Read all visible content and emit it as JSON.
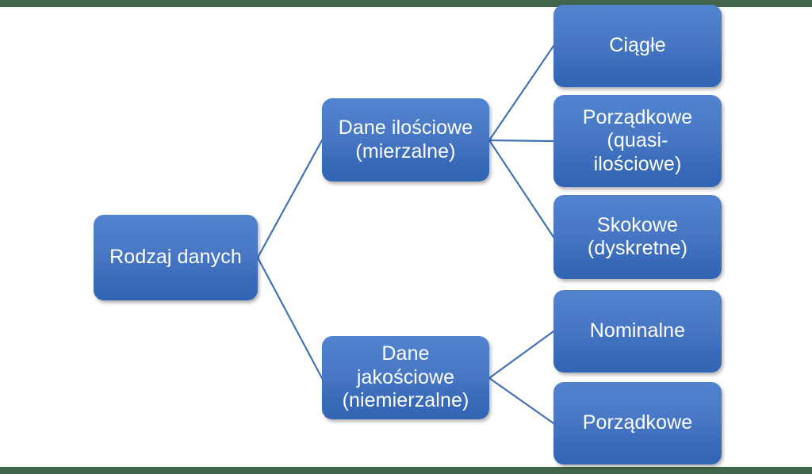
{
  "diagram": {
    "title": "Rodzaj danych",
    "canvas": {
      "background_color": "#ffffff",
      "edge_strip_color": "#41644a",
      "node_fill_top": "#5183cf",
      "node_fill_bottom": "#3164b3",
      "node_text_color": "#ffffff",
      "connector_color": "#4472b8"
    },
    "root": {
      "label": "Rodzaj danych"
    },
    "branches": [
      {
        "label": "Dane ilościowe\n(mierzalne)",
        "children": [
          {
            "label": "Ciągłe"
          },
          {
            "label": "Porządkowe\n(quasi-\nilościowe)"
          },
          {
            "label": "Skokowe\n(dyskretne)"
          }
        ]
      },
      {
        "label": "Dane\njakościowe\n(niemierzalne)",
        "children": [
          {
            "label": "Nominalne"
          },
          {
            "label": "Porządkowe"
          }
        ]
      }
    ]
  }
}
